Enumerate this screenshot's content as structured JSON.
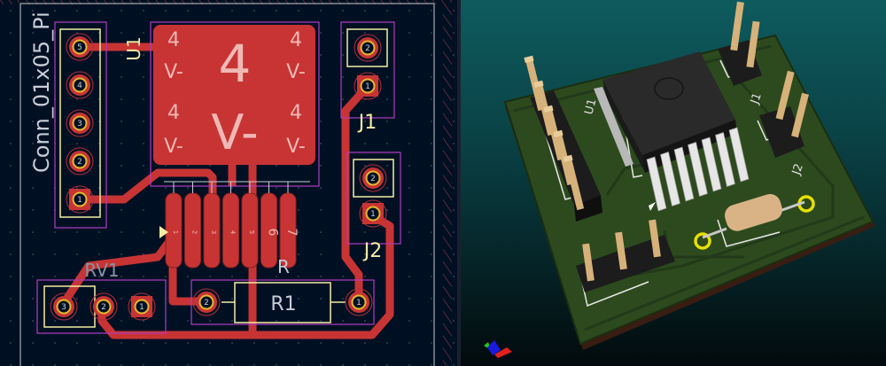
{
  "pcb_editor": {
    "footprints": {
      "conn_value": "Conn_01x05_Pi",
      "u1_ref": "U1",
      "j1_ref": "J1",
      "j2_ref": "J2",
      "r1_ref": "R1",
      "r_label": "R",
      "rv1_ref": "RV1"
    },
    "conn_pins": [
      "5",
      "4",
      "3",
      "2",
      "1"
    ],
    "j1_pins": [
      "2",
      "1"
    ],
    "j2_pins": [
      "2",
      "1"
    ],
    "rv1_pins": [
      "3",
      "2",
      "1"
    ],
    "r1_pins": [
      "2",
      "1"
    ],
    "u1_tab": {
      "big_net": "4",
      "big_name": "V-",
      "corner_net": "4",
      "corner_name": "V-"
    },
    "u1_pad_numbers": [
      "1",
      "2",
      "3",
      "4",
      "5",
      "6",
      "7"
    ],
    "colors": {
      "background": "#001023",
      "copper_front": "#c83434",
      "silkscreen": "#f2eda1",
      "courtyard": "#c832c8",
      "pad_hole": "#e3b72e",
      "edge_cuts": "#d0d2cd"
    }
  },
  "viewer_3d": {
    "labels": {
      "u1": "U1",
      "j1": "J1",
      "j2": "J2"
    },
    "colors": {
      "board": "#2d4a1e",
      "pins": "#d6b27a",
      "ic_body": "#1e1e1e",
      "resistor": "#d9b386"
    },
    "axis_gizmo": [
      "x",
      "y",
      "z"
    ]
  }
}
